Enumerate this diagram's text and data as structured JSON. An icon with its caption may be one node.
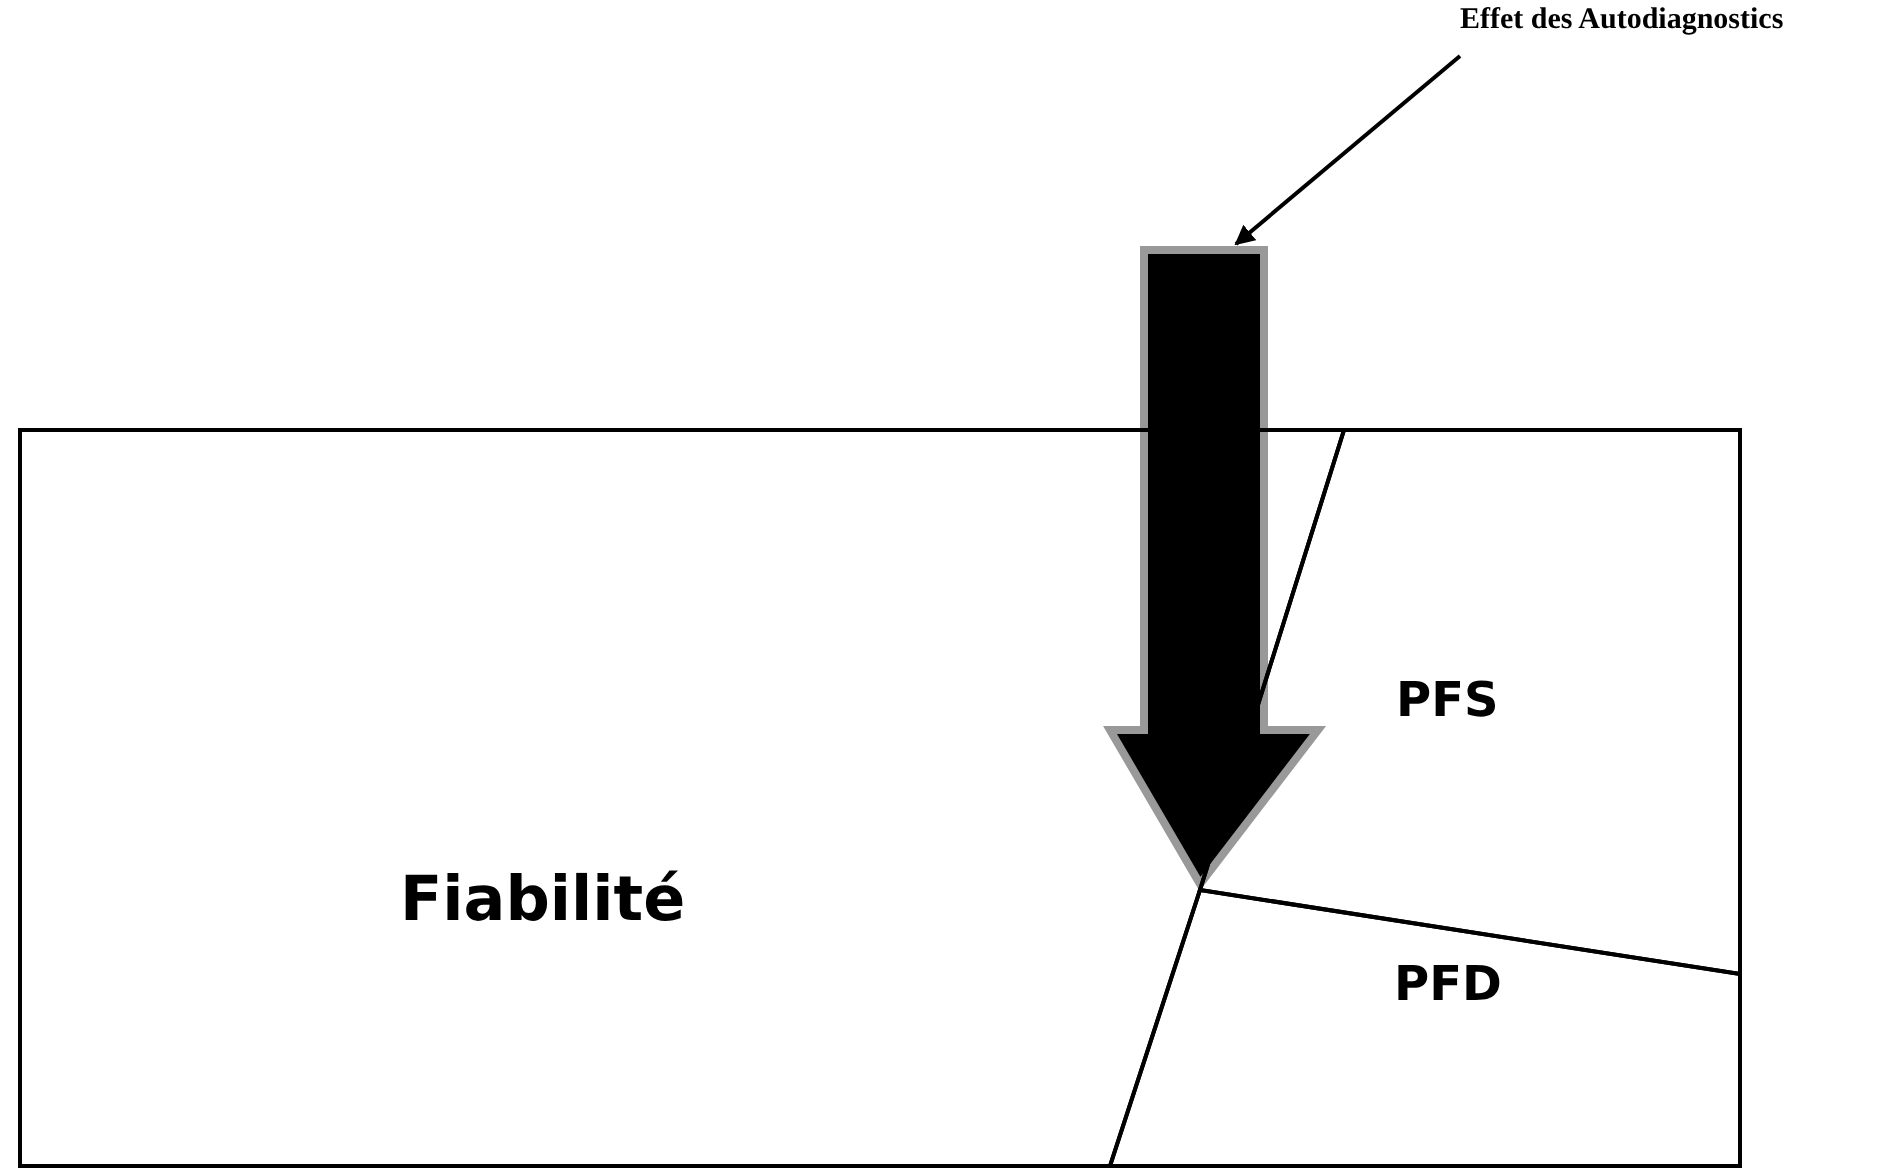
{
  "diagram": {
    "nodes": [
      {
        "text": [
          "Effet des Autodiagnostics"
        ]
      },
      {
        "text": [],
        "shape": "arrow"
      },
      {
        "text": [
          "Fiabilité"
        ]
      },
      {
        "text": [
          "PFS"
        ]
      },
      {
        "text": [
          "PFD"
        ]
      }
    ],
    "edges": [
      {
        "from": 0,
        "to": 1,
        "arrow": "to"
      }
    ]
  }
}
